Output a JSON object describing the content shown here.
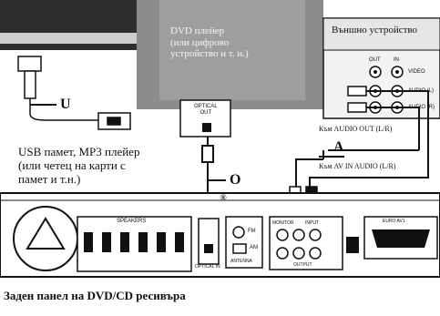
{
  "labels": {
    "dvd_player": "DVD плейер\n(или цифрово\nустройство и т. н.)",
    "external_device": "Външно устройство",
    "optical_out": "OPTICAL\nOUT",
    "usb_device": "USB памет, MP3 плейер\n(или четец на карти с\nпамет и т.н.)",
    "to_audio_out": "Към AUDIO OUT (L/R)",
    "to_av_in_audio": "Към AV IN AUDIO (L/R)",
    "marker_u": "U",
    "marker_o": "O",
    "marker_a": "A",
    "caption": "Заден панел на DVD/CD ресивъра"
  },
  "ext_jacks": {
    "out": "OUT",
    "in": "IN",
    "video": "VIDEO",
    "audio_l": "AUDIO (L)",
    "audio_r": "AUDIO (R)"
  },
  "panel": {
    "speakers": "SPEAKERS",
    "optical_in": "OPTICAL IN",
    "fm": "FM",
    "am": "AM",
    "antenna": "ANTENNA",
    "monitor": "MONITOR",
    "input": "INPUT",
    "output": "OUTPUT",
    "euro_av": "EURO AV1",
    "circled": "⑧"
  },
  "colors": {
    "ink": "#111111",
    "gray_block": "#8c8c8c",
    "dark_block": "#2e2e2e",
    "device_bg": "#f2f2f2"
  }
}
